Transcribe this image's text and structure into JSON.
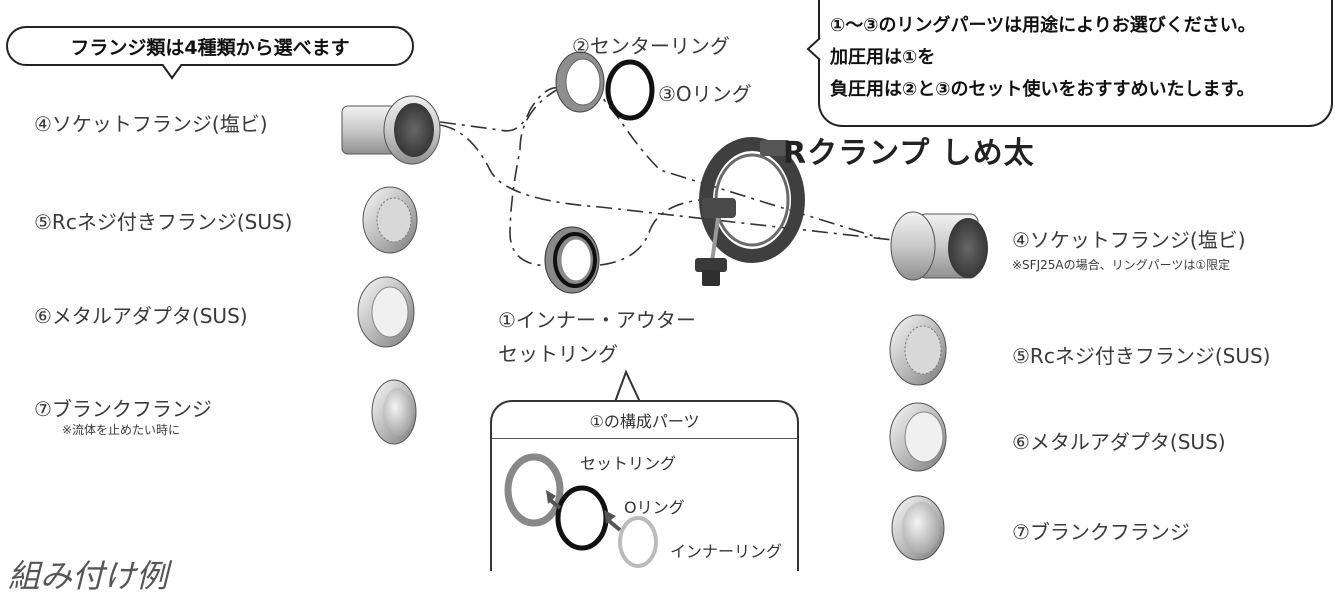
{
  "callouts": {
    "flange_header": "フランジ類は4種類から選べます",
    "ring_note": [
      "①～③のリングパーツは用途によりお選びください。",
      "加圧用は①を",
      "負圧用は②と③のセット使いをおすすめいたします。"
    ]
  },
  "clamp": {
    "title": "Rクランプ しめ太"
  },
  "rings": {
    "center": "②センターリング",
    "o_ring": "③Oリング",
    "inner_outer_line1": "①インナー・アウター",
    "inner_outer_line2": "セットリング"
  },
  "left_flanges": {
    "socket": "④ソケットフランジ(塩ビ)",
    "rc_thread": "⑤Rcネジ付きフランジ(SUS)",
    "metal_adapter": "⑥メタルアダプタ(SUS)",
    "blank": "⑦ブランクフランジ",
    "blank_note": "※流体を止めたい時に"
  },
  "right_flanges": {
    "socket": "④ソケットフランジ(塩ビ)",
    "socket_note": "※SFJ25Aの場合、リングパーツは①限定",
    "rc_thread": "⑤Rcネジ付きフランジ(SUS)",
    "metal_adapter": "⑥メタルアダプタ(SUS)",
    "blank": "⑦ブランクフランジ"
  },
  "parts_box": {
    "header": "①の構成パーツ",
    "set_ring": "セットリング",
    "o_ring": "Oリング",
    "inner_ring": "インナーリング"
  },
  "footer_partial": "組み付け例"
}
